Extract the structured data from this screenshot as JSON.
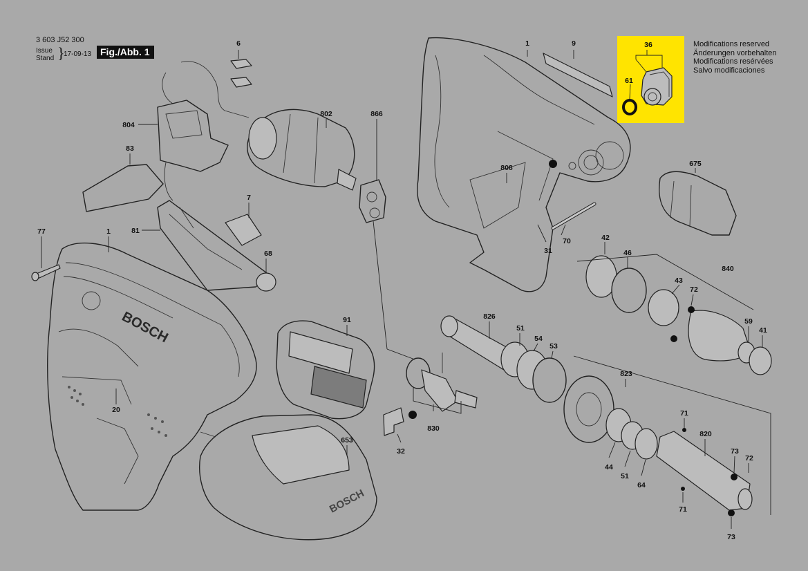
{
  "header": {
    "doc_number": "3 603 J52 300",
    "issue_label": "Issue",
    "stand_label": "Stand",
    "issue_date": "17-09-13",
    "figure_label": "Fig./Abb. 1"
  },
  "notice": {
    "lines": [
      "Modifications reserved",
      "Änderungen vorbehalten",
      "Modifications resérvées",
      "Salvo modificaciones"
    ]
  },
  "colors": {
    "background": "#a9a9a9",
    "highlight_box": "#ffe400",
    "line": "#222222"
  },
  "parts": {
    "p1_body": "1",
    "p9": "9",
    "p36": "36",
    "p61": "61",
    "p6": "6",
    "p802": "802",
    "p866": "866",
    "p804": "804",
    "p83": "83",
    "p808": "808",
    "p675": "675",
    "p7": "7",
    "p81": "81",
    "p77": "77",
    "p1_housing": "1",
    "p31": "31",
    "p70": "70",
    "p42": "42",
    "p46": "46",
    "p840": "840",
    "p68": "68",
    "p43": "43",
    "p72a": "72",
    "p826": "826",
    "p51a": "51",
    "p91": "91",
    "p59": "59",
    "p41": "41",
    "p54": "54",
    "p53": "53",
    "p20": "20",
    "p823": "823",
    "p830": "830",
    "p653": "653",
    "p32": "32",
    "p71a": "71",
    "p820": "820",
    "p73a": "73",
    "p72b": "72",
    "p44": "44",
    "p51b": "51",
    "p64": "64",
    "p71b": "71",
    "p73b": "73",
    "logo_text": "BOSCH"
  }
}
